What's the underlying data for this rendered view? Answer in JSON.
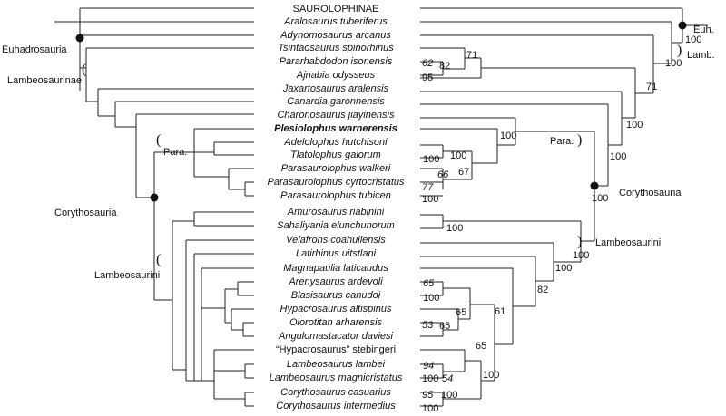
{
  "taxa": [
    {
      "name": "SAUROLOPHINAE",
      "style": "plain"
    },
    {
      "name": "Aralosaurus tuberiferus"
    },
    {
      "name": "Adynomosaurus arcanus"
    },
    {
      "name": "Tsintaosaurus spinorhinus"
    },
    {
      "name": "Pararhabdodon isonensis"
    },
    {
      "name": "Ajnabia odysseus"
    },
    {
      "name": "Jaxartosaurus aralensis"
    },
    {
      "name": "Canardia garonnensis"
    },
    {
      "name": "Charonosaurus jiayinensis"
    },
    {
      "name": "Plesiolophus warnerensis",
      "style": "bold"
    },
    {
      "name": "Adelolophus hutchisoni"
    },
    {
      "name": "Tlatolophus galorum"
    },
    {
      "name": "Parasaurolophus walkeri"
    },
    {
      "name": "Parasaurolophus cyrtocristatus"
    },
    {
      "name": "Parasaurolophus tubicen"
    },
    {
      "name": "Amurosaurus riabinini"
    },
    {
      "name": "Sahaliyania elunchunorum"
    },
    {
      "name": "Velafrons coahuilensis"
    },
    {
      "name": "Latirhinus uitstlani"
    },
    {
      "name": "Magnapaulia laticaudus"
    },
    {
      "name": "Arenysaurus ardevoli"
    },
    {
      "name": "Blasisaurus canudoi"
    },
    {
      "name": "Hypacrosaurus altispinus"
    },
    {
      "name": "Olorotitan arharensis"
    },
    {
      "name": "Angulomastacator daviesi"
    },
    {
      "name": "“Hypacrosaurus” stebingeri"
    },
    {
      "name": "Lambeosaurus lambei"
    },
    {
      "name": "Lambeosaurus magnicristatus"
    },
    {
      "name": "Corythosaurus casuarius"
    },
    {
      "name": "Corythosaurus intermedius"
    }
  ],
  "clade_labels": {
    "euhadrosauria": "Euhadrosauria",
    "lambeosaurinae": "Lambeosaurinae",
    "corythosauria": "Corythosauria",
    "lambeosaurini": "Lambeosaurini",
    "para": "Para.",
    "right_euh": "Euh.",
    "right_lamb": "Lamb.",
    "right_para": "Para.",
    "right_corythosauria": "Corythosauria",
    "right_lambeosaurini": "Lambeosaurini"
  },
  "left_support": {
    "s62": "62",
    "s82": "82",
    "s95": "95",
    "s71": "71",
    "s100_tlat": "100",
    "s67": "67",
    "s100_adel": "100",
    "s66": "66",
    "s77": "77",
    "s100_ptub": "100",
    "s100_sah": "100",
    "s65_aren": "65",
    "s100_blas": "100",
    "s53": "53",
    "s65_olor": "65",
    "s65_hyp": "65",
    "s61": "61",
    "s82_mag": "82",
    "s100_lat": "100",
    "s100_jax": "100",
    "s94": "94",
    "s100_lam": "100",
    "s54": "54",
    "s100_mag": "100",
    "s95_cory": "95",
    "s100_cc": "100",
    "s100_ci": "100"
  },
  "right_support": {
    "r100_top": "100",
    "r100_lamb": "100",
    "r71": "71",
    "r100_mid": "100",
    "r100_para": "100",
    "r100_cory": "100",
    "r100_lmbi": "100"
  }
}
